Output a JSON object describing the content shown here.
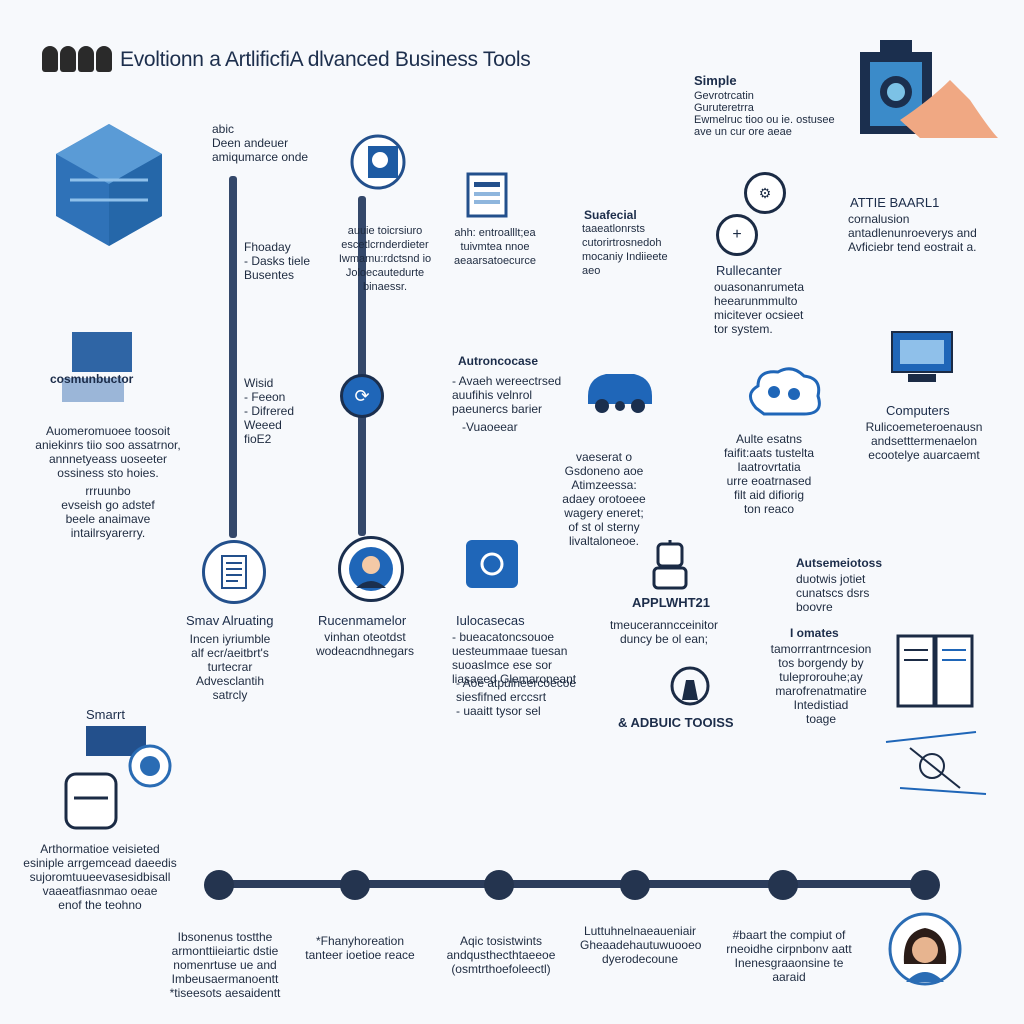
{
  "title": "Evoltionn a ArtlificfiA dlvanced  Business Tools",
  "top_right": {
    "head": "Simple",
    "body": "Gevrotrcatin\nGuruteretrra\nEwmelruc tioo ou ie. ostusee\nave un cur ore aeae"
  },
  "col1": {
    "note_top": "abic\nDeen andeuer\namiqumarce onde",
    "note_mid": "Fhoaday\n- Dasks tiele\nBusentes",
    "note_low": "Wisid\n- Feeon\n- Difrered\nWeeed\nfioE2",
    "step_label": "Smav Alruating",
    "step_desc": "Incen iyriumble\nalf ecr/aeitbrt's\nturtecrar\nAdvesclantih\nsatrcly"
  },
  "col2": {
    "note_top": "auuie toicrsiuro\nescetlcrnderdieter\nIwmamu:rdctsnd io\nJoloecautedurte\nbinaessr.",
    "step_label": "Rucenmamelor",
    "step_desc": "vinhan oteotdst\nwodeacndhnegars"
  },
  "col3": {
    "note_top": "ahh: entroalllt;ea\ntuivmtea nnoe\naeaarsatoecurce",
    "note_mid_head": "Autroncocase",
    "note_mid": "- Avaeh wereectrsed\nauufihis velnrol\npaeunercs barier",
    "note_mid2": "-Vuaoeear",
    "step_label": "Iulocasecas",
    "step_desc": "- bueacatoncsouoe\nuesteummaae tuesan\nsuoaslmce ese sor\nliasaeed Glemaroneant",
    "step_desc2": "- Aoe atpuineercoecoe\nsiesfifned erccsrt\n- uaaitt tysor sel"
  },
  "col4": {
    "note_top_head": "Suafecial",
    "note_top": "taaeatlonrsts\ncutorirtrosnedoh\nmocaniy Indiieete\naeo",
    "note_mid": "vaeserat o\nGsdoneno aoe\nAtimzeessa:\nadaey orotoeee\nwagery eneret;\nof st ol sterny\nlivaltaloneoe.",
    "step_label": "APPLWHT21",
    "step_desc": "tmeuceranncceinitor\nduncy be ol ean;",
    "bottom_label": "& ADBUIC TOOISS"
  },
  "col5": {
    "head": "Rullecanter",
    "desc": "ouasonanrumeta\nheearunmmulto\nmicitever ocsieet\ntor system.",
    "note_mid": "Aulte esatns\nfaifit:aats tustelta\nIaatrovrtatia\nurre eoatrnased\nfilt aid difiorig\nton reaco",
    "side_head": "Autsemeiotoss",
    "side_desc": "duotwis jotiet\ncunatscs dsrs\nboovre",
    "side2_head": "I omates",
    "side2_desc": "tamorrrantrncesion\ntos borgendy by\ntuleprorouhe;ay\nmarofrenatmatire\nIntedistiad\ntoage"
  },
  "right": {
    "head": "ATTIE BAARL1",
    "desc": "cornalusion\nantadlenunroeverys and\nAvficiebr tend eostrait a.",
    "computers_head": "Computers",
    "computers_desc": "Rulicoemeteroenausn\nandsetttermenaelon\necootelye auarcaemt"
  },
  "left": {
    "logo_label": "cosmunbuctor",
    "desc": "Auomeromuoee toosoit\naniekinrs tiio soo assatrnor,\nannnetyeass uoseeter\nossiness sto hoies.",
    "desc2": "rrruunbo\nevseish go adstef\nbeele anaimave\nintailrsyarerry.",
    "smart_label": "Smarrt",
    "bottom_desc": "Arthormatioe veisieted\nesiniple arrgemcead daeedis\nsujoromtuueevasesidbisall\nvaaeatfiasnmao oeae\nenof the teohno"
  },
  "timeline": [
    {
      "text": "Ibsonenus tostthe\narmonttiieiartic dstie\nnomenrtuse ue and\nImbeusaermanoentt\n*tiseesots aesaidentt"
    },
    {
      "text": "*Fhanyhoreation\ntanteer ioetioe reace"
    },
    {
      "text": "Aqic tosistwints\nandqusthecthtaeeoe\n(osmtrthoefoleectl)"
    },
    {
      "text": "Luttuhnelnaeaueniair\nGheaadehautuwuooeo\ndyerodecoune"
    },
    {
      "text": "#baart the compiut of\nrneoidhe cirpnbonv aatt\nInenesgraaonsine te aaraid"
    }
  ],
  "colors": {
    "accent": "#1f66b8",
    "dark": "#24344f",
    "bg": "#f7f9fc"
  }
}
